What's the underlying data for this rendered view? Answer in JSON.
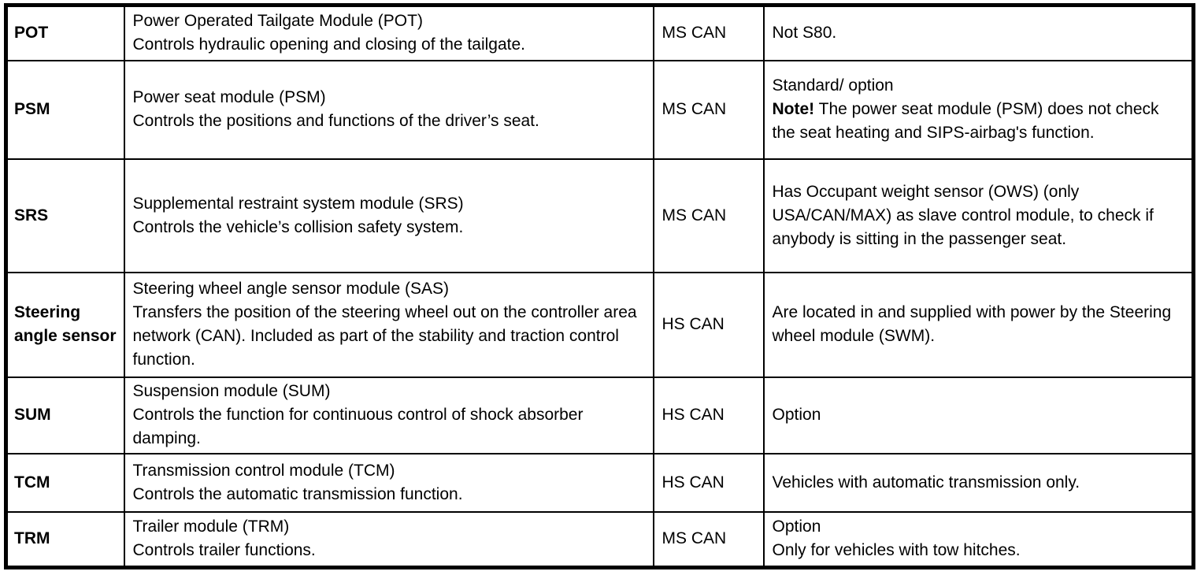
{
  "document": {
    "kind": "control-module-network-table",
    "colors": {
      "border": "#000000",
      "background": "#ffffff",
      "text": "#000000"
    },
    "table": {
      "columns": [
        "code",
        "description",
        "network",
        "notes"
      ],
      "rows": [
        {
          "code": "POT",
          "description": [
            "Power Operated Tailgate Module (POT)",
            "Controls hydraulic opening and closing of the tailgate."
          ],
          "network": "MS CAN",
          "notes": [
            "Not S80."
          ]
        },
        {
          "code": "PSM",
          "description": [
            "Power seat module (PSM)",
            "Controls the positions and functions of the driver’s seat."
          ],
          "network": "MS CAN",
          "notes": [
            "Standard/ option",
            [
              {
                "t": "Note!",
                "b": true
              },
              {
                "t": " The power seat module (PSM) does not check the seat heating and SIPS-airbag's function."
              }
            ]
          ]
        },
        {
          "code": "SRS",
          "description": [
            "Supplemental restraint system module (SRS)",
            "Controls the vehicle’s collision safety system."
          ],
          "network": "MS CAN",
          "notes": [
            "Has Occupant weight sensor (OWS) (only USA/CAN/MAX) as slave control module, to check if anybody is sitting in the passenger seat."
          ]
        },
        {
          "code": "Steering angle sensor",
          "description": [
            "Steering wheel angle sensor module (SAS)",
            "Transfers the position of the steering wheel out on the controller area network (CAN). Included as part of the stability and traction control function."
          ],
          "network": "HS CAN",
          "notes": [
            "Are located in and supplied with power by the Steering wheel module (SWM)."
          ]
        },
        {
          "code": "SUM",
          "description": [
            "Suspension module (SUM)",
            "Controls the function for continuous control of shock absorber damping."
          ],
          "network": "HS CAN",
          "notes": [
            "Option"
          ]
        },
        {
          "code": "TCM",
          "description": [
            "Transmission control module (TCM)",
            "Controls the automatic transmission function."
          ],
          "network": "HS CAN",
          "notes": [
            "Vehicles with automatic transmission only."
          ]
        },
        {
          "code": "TRM",
          "description": [
            "Trailer module (TRM)",
            "Controls trailer functions."
          ],
          "network": "MS CAN",
          "notes": [
            "Option",
            "Only for vehicles with tow hitches."
          ]
        }
      ]
    }
  }
}
